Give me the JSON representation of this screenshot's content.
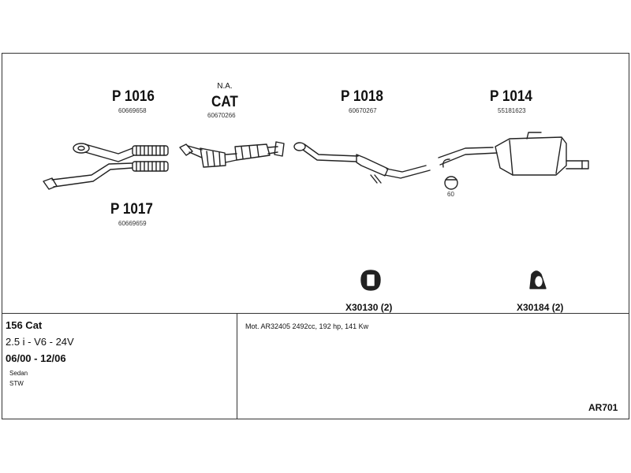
{
  "parts": {
    "p1016": {
      "label": "P 1016",
      "article": "60669658"
    },
    "cat": {
      "note": "N.A.",
      "label": "CAT",
      "article": "60670266"
    },
    "p1018": {
      "label": "P 1018",
      "article": "60670267"
    },
    "p1014": {
      "label": "P 1014",
      "article": "55181623"
    },
    "p1017": {
      "label": "P 1017",
      "article": "60669659"
    },
    "clamp": {
      "label": "60"
    },
    "x30130": {
      "label": "X30130 (2)"
    },
    "x30184": {
      "label": "X30184 (2)"
    }
  },
  "vehicle": {
    "model": "156 Cat",
    "engine": "2.5 i - V6 - 24V",
    "years": "06/00 - 12/06",
    "body1": "Sedan",
    "body2": "STW"
  },
  "motor": "Mot. AR32405 2492cc, 192 hp, 141 Kw",
  "code": "AR701"
}
